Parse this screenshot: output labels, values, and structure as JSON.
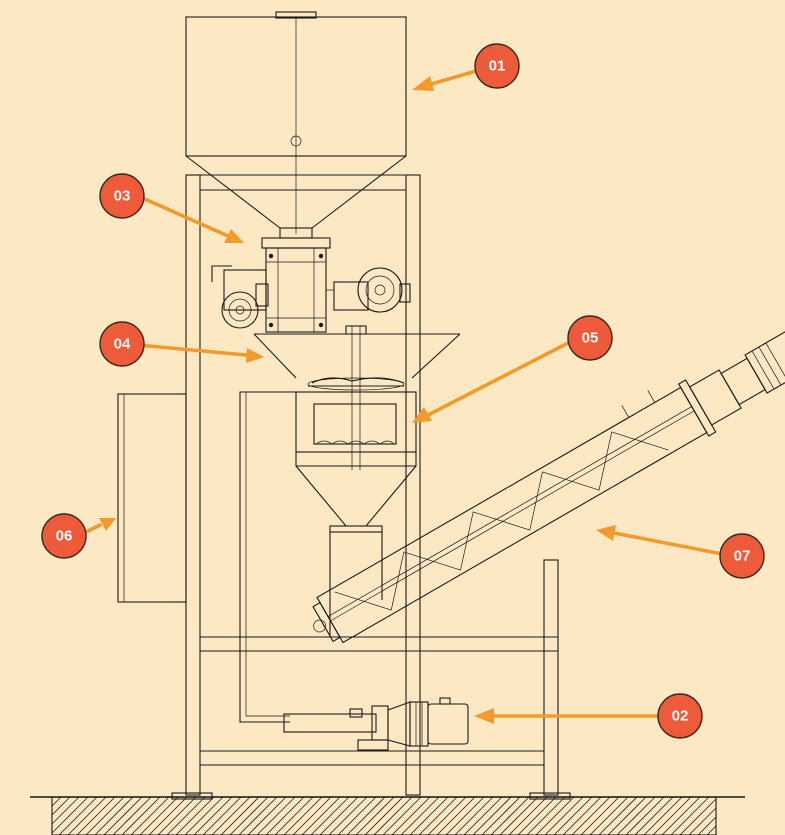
{
  "callouts": [
    {
      "id": "01",
      "label": "01"
    },
    {
      "id": "02",
      "label": "02"
    },
    {
      "id": "03",
      "label": "03"
    },
    {
      "id": "04",
      "label": "04"
    },
    {
      "id": "05",
      "label": "05"
    },
    {
      "id": "06",
      "label": "06"
    },
    {
      "id": "07",
      "label": "07"
    }
  ],
  "colors": {
    "background": "#fde8c4",
    "arrow": "#f39a2b",
    "badge": "#ee5b3b",
    "line": "#1a1a1a"
  }
}
